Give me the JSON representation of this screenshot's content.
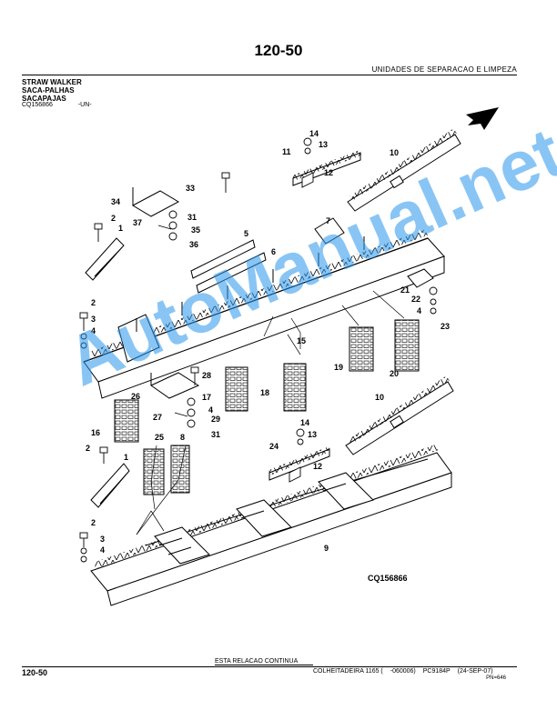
{
  "header": {
    "page_number": "120-50",
    "section_title": "UNIDADES DE SEPARACAO E LIMPEZA"
  },
  "title_block": {
    "line1": "STRAW WALKER",
    "line2": "SACA-PALHAS",
    "line3": "SACAPAJAS",
    "catalog_ref": "CQ156866",
    "unit": "-UN-"
  },
  "diagram": {
    "figure_label": "CQ156866",
    "callouts": [
      "1",
      "2",
      "3",
      "4",
      "5",
      "6",
      "8",
      "9",
      "10",
      "11",
      "12",
      "13",
      "14",
      "15",
      "16",
      "17",
      "18",
      "19",
      "20",
      "21",
      "22",
      "23",
      "24",
      "25",
      "26",
      "27",
      "28",
      "29",
      "31",
      "33",
      "34",
      "35",
      "36",
      "37"
    ]
  },
  "watermark": {
    "text": "AutoManual.net"
  },
  "footer": {
    "continue_label": "ESTA RELACAO CONTINUA",
    "page_number": "120-50",
    "model": "COLHEITADEIRA 1165 (",
    "serial": "-060006)",
    "catalog": "PC9184P",
    "date": "(24-SEP-07)",
    "pn": "PN=646"
  }
}
